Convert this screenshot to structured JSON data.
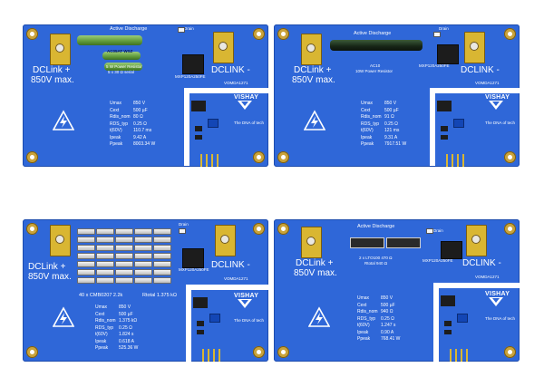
{
  "common": {
    "dclink_plus": "DCLink +",
    "voltage_max": "850V max.",
    "dclink_minus": "DCLINK -",
    "mosfet": "MXP120A250FE",
    "part_number": "VOMDA1271",
    "brand": "VISHAY",
    "tagline": "The DNA of tech",
    "drain": "Drain"
  },
  "board1": {
    "title": "Active Discharge",
    "resistor_name": "AC05AT WSZ",
    "resistor_rating": "5 W Power Resistor",
    "resistor_config": "5 x 30 Ω serial",
    "params": [
      {
        "label": "Umax",
        "value": "850 V"
      },
      {
        "label": "Cext",
        "value": "500 µF"
      },
      {
        "label": "Rdis_nom",
        "value": "80 Ω"
      },
      {
        "label": "RDS_typ",
        "value": "0.25 Ω"
      },
      {
        "label": "t(60V)",
        "value": "110.7 ms"
      },
      {
        "label": "Ipeak",
        "value": "9.42 A"
      },
      {
        "label": "Ppeak",
        "value": "8003.34 W"
      }
    ]
  },
  "board2": {
    "title": "Active Discharge",
    "resistor_name": "AC10",
    "resistor_rating": "10W Power Resistor",
    "params": [
      {
        "label": "Umax",
        "value": "850 V"
      },
      {
        "label": "Cext",
        "value": "500 µF"
      },
      {
        "label": "Rdis_nom",
        "value": "91 Ω"
      },
      {
        "label": "RDS_typ",
        "value": "0.25 Ω"
      },
      {
        "label": "t(60V)",
        "value": "121 ms"
      },
      {
        "label": "Ipeak",
        "value": "9.31 A"
      },
      {
        "label": "Ppeak",
        "value": "7917.51 W"
      }
    ]
  },
  "board3": {
    "resistor_array": "40 x CMB0207 2.2k",
    "rtotal": "Rtotal 1.375 kΩ",
    "params": [
      {
        "label": "Umax",
        "value": "850 V"
      },
      {
        "label": "Cext",
        "value": "500 µF"
      },
      {
        "label": "Rdis_nom",
        "value": "1.375 kΩ"
      },
      {
        "label": "RDS_typ",
        "value": "0.25 Ω"
      },
      {
        "label": "t(60V)",
        "value": "1.824 s"
      },
      {
        "label": "Ipeak",
        "value": "0.618 A"
      },
      {
        "label": "Ppeak",
        "value": "525.36 W"
      }
    ]
  },
  "board4": {
    "title": "Active Discharge",
    "resistor_name": "2 x LTO100 470 Ω",
    "resistor_total": "Rtotal 940 Ω",
    "params": [
      {
        "label": "Umax",
        "value": "850 V"
      },
      {
        "label": "Cext",
        "value": "500 µF"
      },
      {
        "label": "Rdis_nom",
        "value": "940 Ω"
      },
      {
        "label": "RDS_typ",
        "value": "0.25 Ω"
      },
      {
        "label": "t(60V)",
        "value": "1.247 s"
      },
      {
        "label": "Ipeak",
        "value": "0.90 A"
      },
      {
        "label": "Ppeak",
        "value": "768.41 W"
      }
    ]
  }
}
